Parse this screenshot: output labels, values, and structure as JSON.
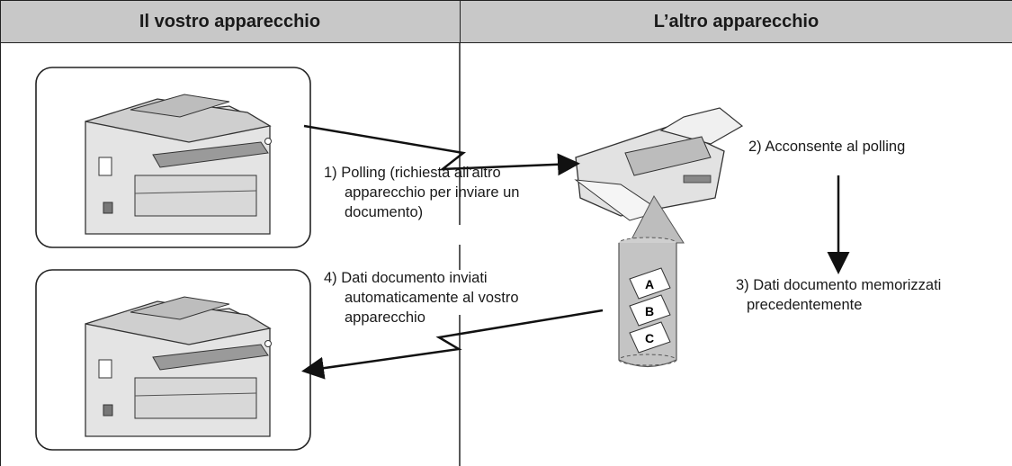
{
  "header": {
    "left_title": "Il vostro apparecchio",
    "right_title": "L’altro apparecchio"
  },
  "steps": {
    "step1": [
      "1) Polling (richiesta all'altro",
      "apparecchio per inviare un",
      "documento)"
    ],
    "step2": [
      "2) Acconsente al polling"
    ],
    "step3": [
      "3) Dati documento memorizzati",
      "precedentemente"
    ],
    "step4": [
      "4) Dati documento inviati",
      "automaticamente al vostro",
      "apparecchio"
    ]
  },
  "cylinder_letters": [
    "A",
    "B",
    "C"
  ]
}
